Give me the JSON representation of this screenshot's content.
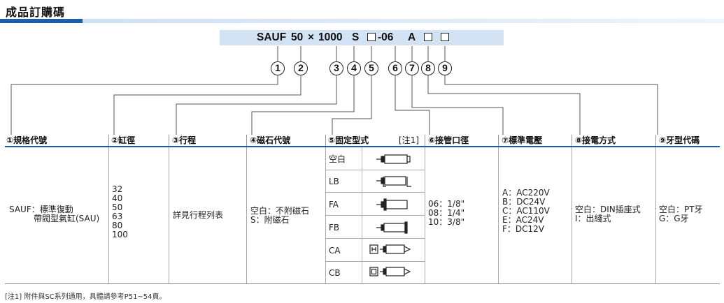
{
  "title": "成品訂購碼",
  "order_code": {
    "prefix": "SAUF",
    "bore": "50",
    "times": "×",
    "stroke": "1000",
    "fixed": "S",
    "pipe": "-06",
    "voltage": "A"
  },
  "position_numbers": [
    "1",
    "2",
    "3",
    "4",
    "5",
    "6",
    "7",
    "8",
    "9"
  ],
  "headers": [
    "①規格代號",
    "②缸徑",
    "③行程",
    "④磁石代號",
    "⑤固定型式",
    "[注1]",
    "⑥接管口徑",
    "⑦標準電壓",
    "⑧接電方式",
    "⑨牙型代碼"
  ],
  "spec": {
    "line1": "SAUF：標準復動",
    "line2": "帶閥型氣缸(SAU)"
  },
  "bores": [
    "32",
    "40",
    "50",
    "63",
    "80",
    "100"
  ],
  "stroke_text": "詳見行程列表",
  "magnet": {
    "line1": "空白：不附磁石",
    "line2": "S：附磁石"
  },
  "mounting": [
    {
      "code": "空白",
      "icon": "cylinder-basic-icon"
    },
    {
      "code": "LB",
      "icon": "cylinder-foot-mount-icon"
    },
    {
      "code": "FA",
      "icon": "cylinder-front-flange-icon"
    },
    {
      "code": "FB",
      "icon": "cylinder-rear-flange-icon"
    },
    {
      "code": "CA",
      "icon": "cylinder-single-clevis-icon"
    },
    {
      "code": "CB",
      "icon": "cylinder-double-clevis-icon"
    }
  ],
  "pipe_sizes": [
    "06：1/8\"",
    "08：1/4\"",
    "10：3/8\""
  ],
  "voltages": [
    "A：AC220V",
    "B：DC24V",
    "C：AC110V",
    "E：AC24V",
    "F：DC12V"
  ],
  "wiring": {
    "line1": "空白：DIN插座式",
    "line2": "I：出綫式"
  },
  "thread": {
    "line1": "空白：PT牙",
    "line2": "G：G牙"
  },
  "footnote": "[注1] 附件與SC系列通用，具體請參考P51~54頁。",
  "colors": {
    "accent": "#1a5dab",
    "code_bg": "#d3e3f3"
  }
}
